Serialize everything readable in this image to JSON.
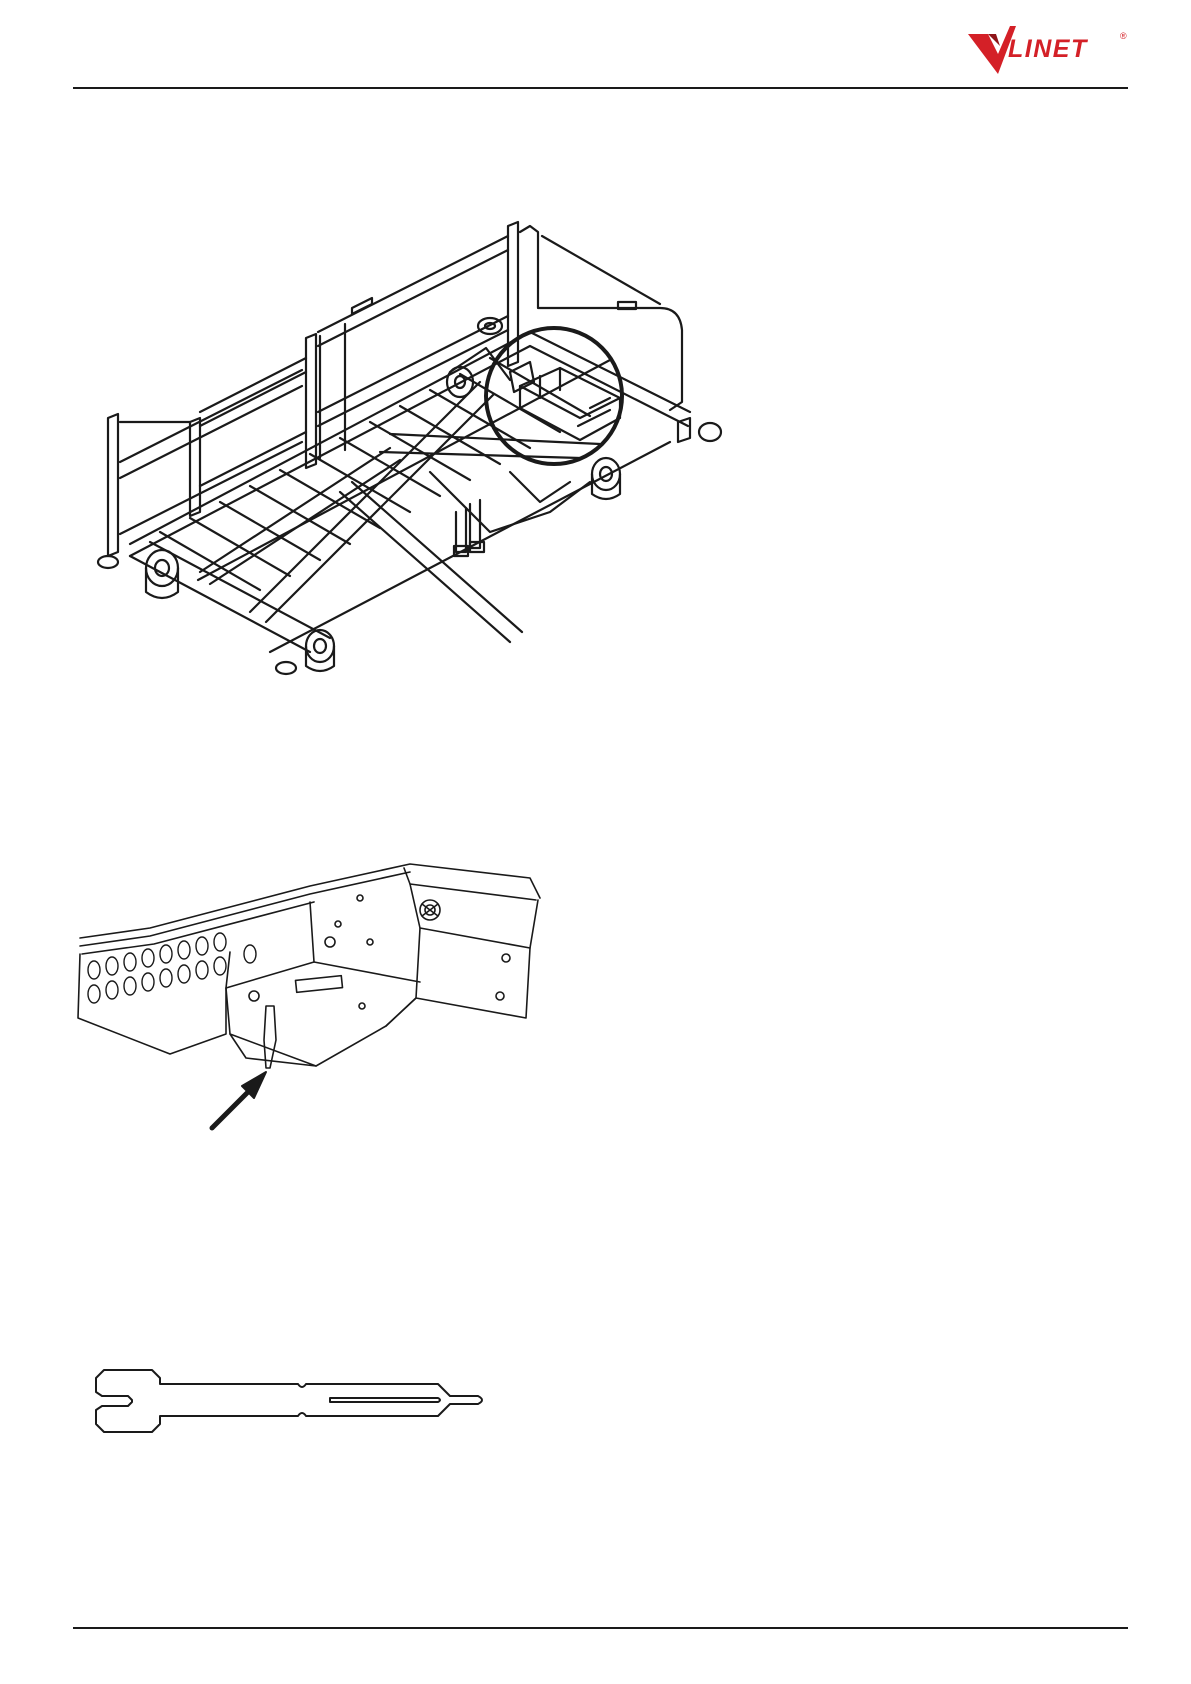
{
  "header": {
    "logo": {
      "text": "LINET",
      "registered": "®",
      "brand_color": "#d42027",
      "mark_color": "#d42027"
    }
  },
  "figures": [
    {
      "id": "bed-underside",
      "icon": "bed-frame-illustration"
    },
    {
      "id": "control-box",
      "icon": "control-box-illustration"
    },
    {
      "id": "release-key",
      "icon": "release-key-illustration"
    }
  ],
  "colors": {
    "rule": "#1a1a1a",
    "line_art": "#1a1a1a"
  }
}
